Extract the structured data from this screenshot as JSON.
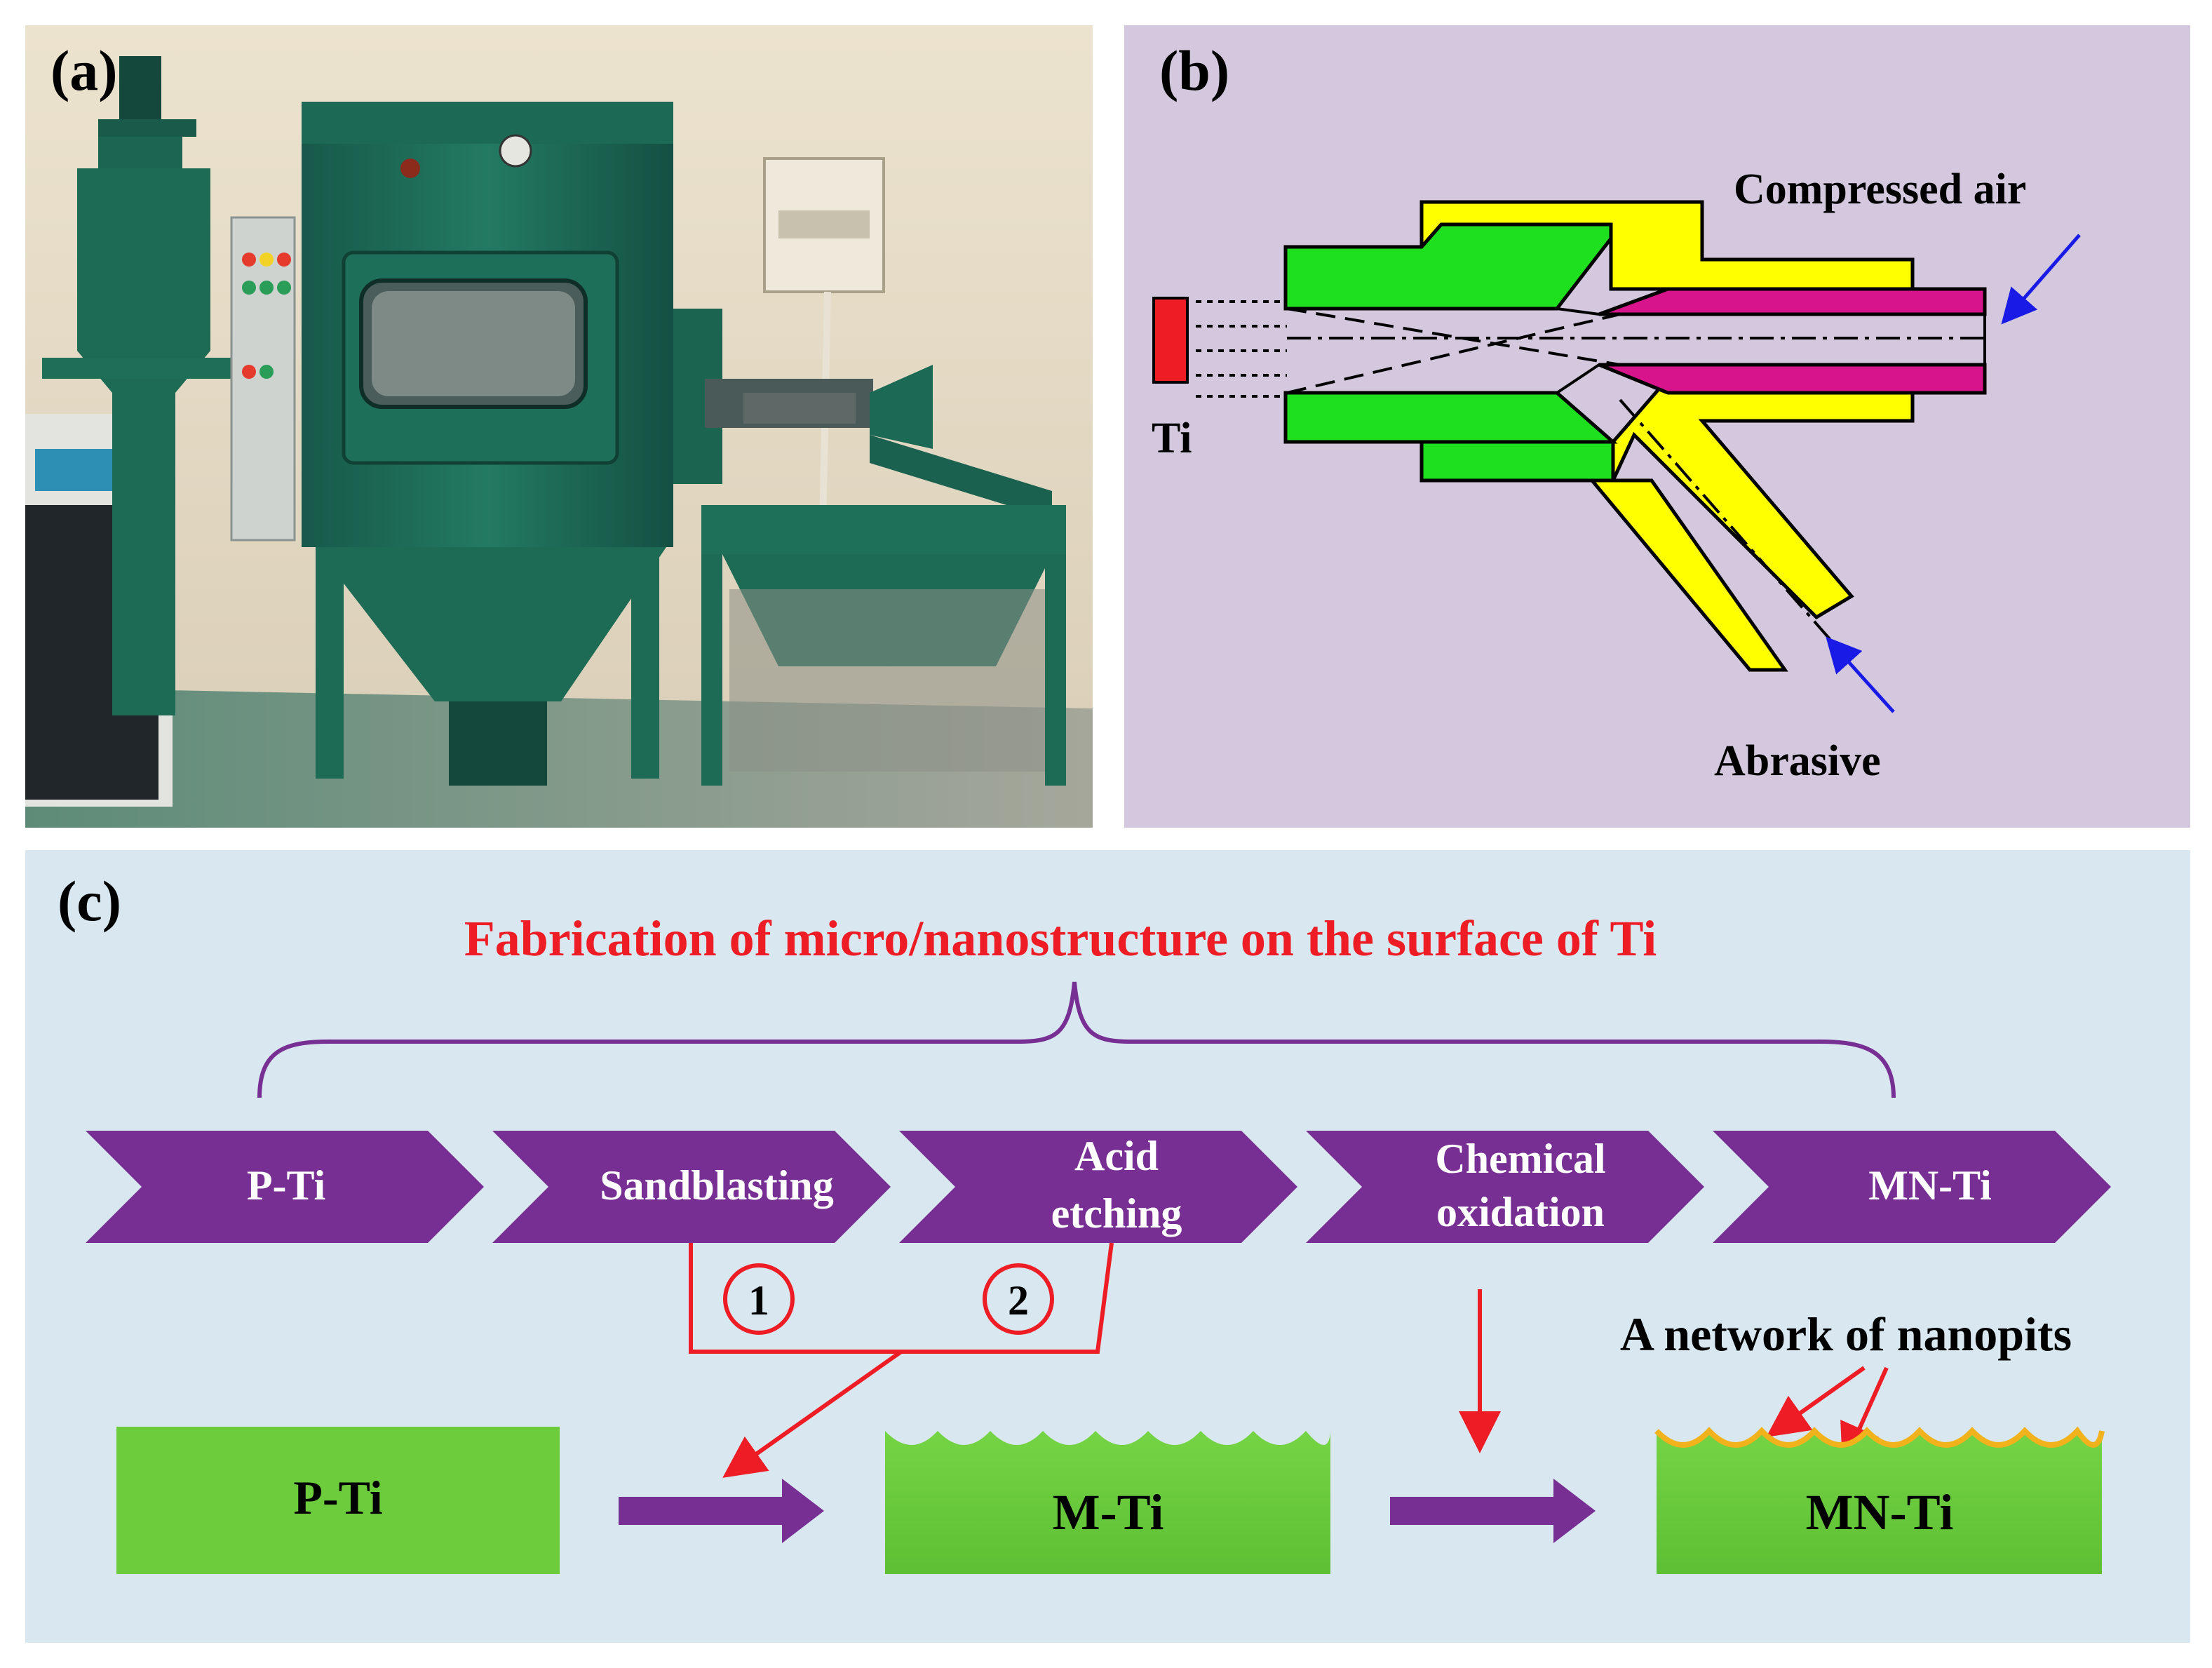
{
  "panel_a": {
    "label": "(a)"
  },
  "panel_b": {
    "label": "(b)",
    "compressed_air": "Compressed air",
    "ti": "Ti",
    "abrasive": "Abrasive"
  },
  "panel_c": {
    "label": "(c)",
    "title": "Fabrication of micro/nanostructure on the surface of Ti",
    "steps": {
      "s1": "P-Ti",
      "s2": "Sandblasting",
      "s3_line1": "Acid",
      "s3_line2": "etching",
      "s4_line1": "Chemical",
      "s4_line2": "oxidation",
      "s5": "MN-Ti"
    },
    "marker_1": "1",
    "marker_2": "2",
    "nanopits_label": "A network of nanopits",
    "block_pti": "P-Ti",
    "block_mti": "M-Ti",
    "block_mnti": "MN-Ti"
  },
  "colors": {
    "panel_b_bg": "#d3c8dd",
    "panel_c_bg": "#d9e8f0",
    "chevron": "#772f94",
    "arrow_red": "#ee1c24",
    "block_green": "#6ccc3c",
    "nozzle_green": "#1fe01f",
    "nozzle_yellow": "#ffff00",
    "nozzle_magenta": "#d8148c",
    "cabinet_green": "#1d6a55"
  }
}
